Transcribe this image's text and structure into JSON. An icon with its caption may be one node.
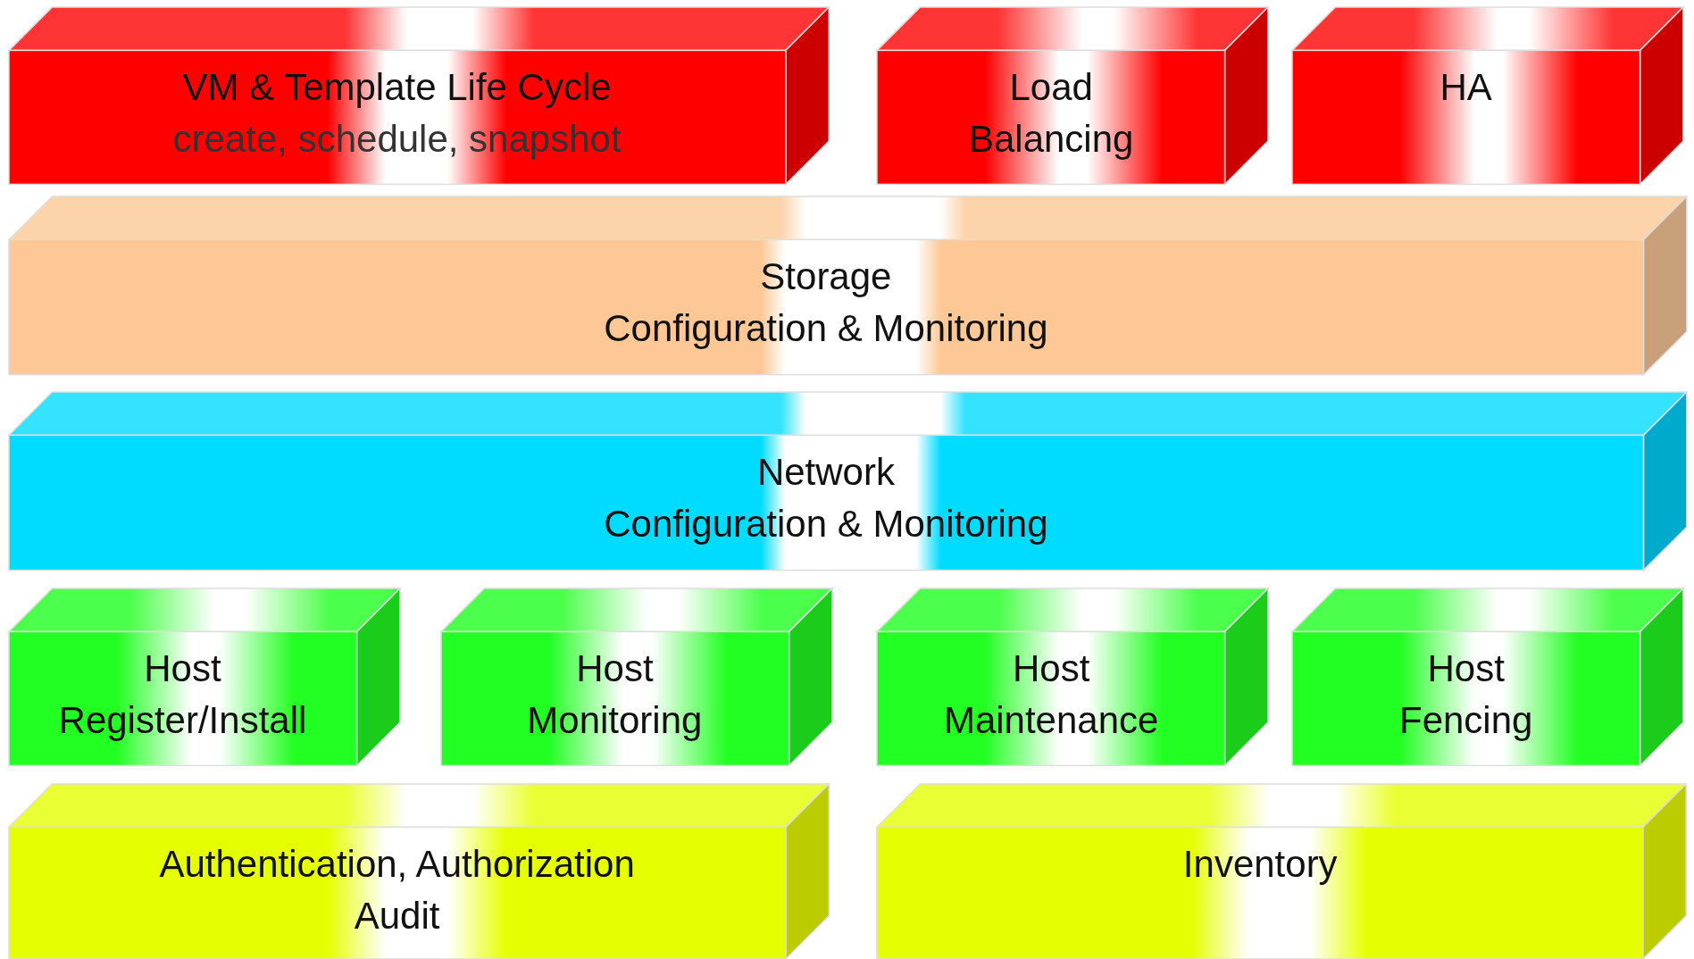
{
  "diagram": {
    "nodes": [
      {
        "text": [
          "VM & Template Life Cycle",
          "create, schedule, snapshot"
        ]
      },
      {
        "text": [
          "Load",
          "Balancing"
        ]
      },
      {
        "text": [
          "HA"
        ]
      },
      {
        "text": [
          "Storage",
          "Configuration & Monitoring"
        ]
      },
      {
        "text": [
          "Network",
          "Configuration & Monitoring"
        ]
      },
      {
        "text": [
          "Host",
          "Register/Install"
        ]
      },
      {
        "text": [
          "Host",
          "Monitoring"
        ]
      },
      {
        "text": [
          "Host",
          "Maintenance"
        ]
      },
      {
        "text": [
          "Host",
          "Fencing"
        ]
      },
      {
        "text": [
          "Authentication, Authorization",
          "Audit"
        ]
      },
      {
        "text": [
          "Inventory"
        ]
      }
    ]
  }
}
